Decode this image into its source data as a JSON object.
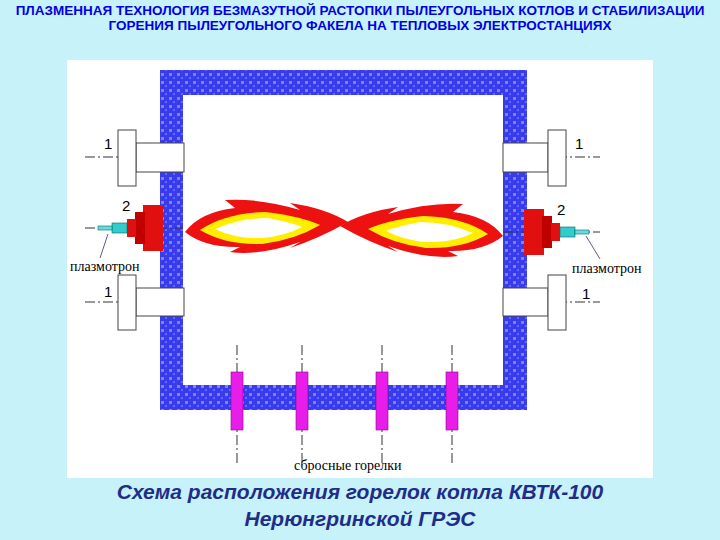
{
  "diagram": {
    "title": "ПЛАЗМЕННАЯ ТЕХНОЛОГИЯ БЕЗМАЗУТНОЙ РАСТОПКИ ПЫЛЕУГОЛЬНЫХ КОТЛОВ И СТАБИЛИЗАЦИИ ГОРЕНИЯ ПЫЛЕУГОЛЬНОГО ФАКЕЛА НА ТЕПЛОВЫХ ЭЛЕКТРОСТАНЦИЯХ",
    "caption": "Схема расположения горелок котла КВТК-100 Нерюнгринской ГРЭС",
    "labels": [
      "1",
      "1",
      "2",
      "2",
      "плазмотрон",
      "плазмотрон",
      "1",
      "1",
      "сбросные горелки"
    ]
  }
}
